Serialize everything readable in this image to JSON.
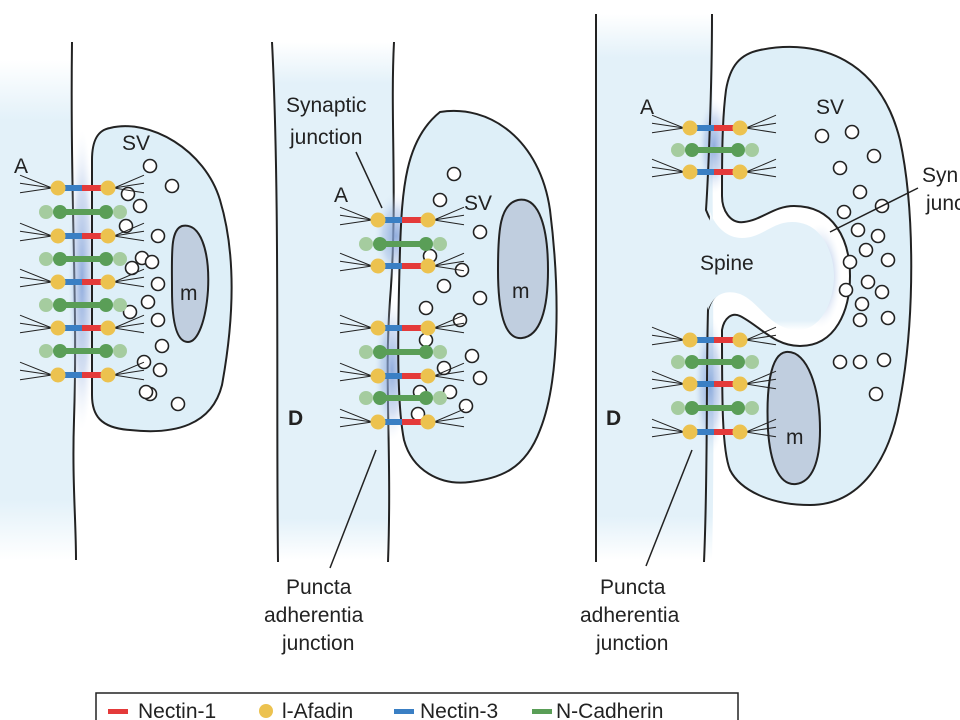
{
  "panel_left": {
    "labels": {
      "A": "A",
      "SV": "SV",
      "m": "m"
    }
  },
  "panel_middle": {
    "labels": {
      "synaptic_junction": [
        "Synaptic",
        "junction"
      ],
      "A": "A",
      "SV": "SV",
      "m": "m",
      "D": "D",
      "puncta": [
        "Puncta",
        "adherentia",
        "junction"
      ]
    }
  },
  "panel_right": {
    "labels": {
      "A": "A",
      "SV": "SV",
      "synaptic_junction": [
        "Syn",
        "junc"
      ],
      "spine": "Spine",
      "m": "m",
      "D": "D",
      "puncta": [
        "Puncta",
        "adherentia",
        "junction"
      ]
    }
  },
  "legend": {
    "items": [
      {
        "label": "Nectin-1",
        "symbol": "bar",
        "color": "#e43a3a"
      },
      {
        "label": "l-Afadin",
        "symbol": "dot",
        "color": "#ecc24f"
      },
      {
        "label": "Nectin-3",
        "symbol": "bar",
        "color": "#3a7fc4"
      },
      {
        "label": "N-Cadherin",
        "symbol": "bar",
        "color": "#5a9e57"
      }
    ]
  },
  "colors": {
    "cell_fill": "#deeff8",
    "bg_fade": "#e3f1f9",
    "mito_fill": "#c0cedf",
    "junction_glow": "#7f9fd8",
    "nectin1": "#e43a3a",
    "nectin3": "#3a7fc4",
    "afadin": "#ecc24f",
    "cadherin": "#5a9e57",
    "cadherin_light": "#a5cc9f"
  }
}
